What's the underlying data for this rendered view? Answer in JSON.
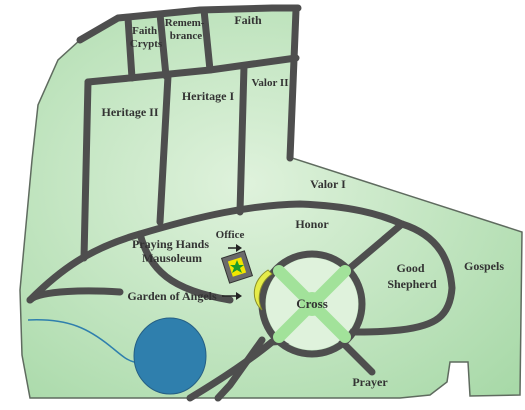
{
  "colors": {
    "land_light": "#dff2dc",
    "land_dark": "#a8d9a8",
    "edge": "#5f6b5f",
    "road": "#4e4e4e",
    "cross": "#a2e29a",
    "water": "#2f7fad",
    "garden": "#e6ec4a",
    "office_marker": "#f2e600",
    "text": "#333333"
  },
  "sections": {
    "faith_crypts": [
      "Faith",
      "Crypts"
    ],
    "remembrance": [
      "Remem-",
      "brance"
    ],
    "faith": "Faith",
    "heritage_2": "Heritage II",
    "heritage_1": "Heritage I",
    "valor_2": "Valor II",
    "valor_1": "Valor I",
    "honor": "Honor",
    "praying_hands": [
      "Praying Hands",
      "Mausoleum"
    ],
    "office": "Office",
    "garden_of_angels": "Garden of Angels",
    "cross": "Cross",
    "good_shepherd": [
      "Good",
      "Shepherd"
    ],
    "gospels": "Gospels",
    "prayer": "Prayer"
  },
  "icons": {
    "office": "star-icon"
  }
}
